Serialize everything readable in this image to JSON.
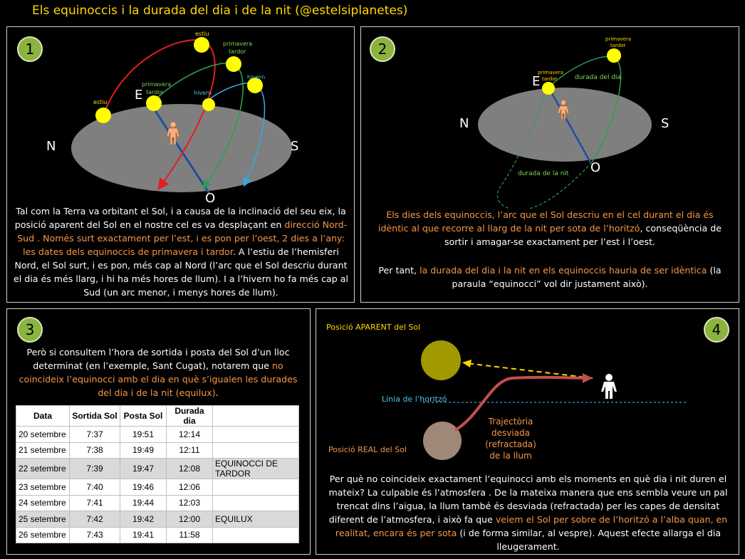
{
  "title": "Els equinoccis i la durada del dia i de la nit (@estelsiplanetes)",
  "panel1": {
    "number": "1",
    "E": "E",
    "N": "N",
    "S": "S",
    "O": "O",
    "label_estiu_left": "estiu",
    "label_estiu_top": "estiu",
    "label_primavera_left": "primavera",
    "label_tardor_left": "tardor",
    "label_primavera_top": "primavera",
    "label_tardor_top": "tardor",
    "label_hivern_left": "hivern",
    "label_hivern_right": "hivern",
    "text_1": "Tal com la Terra va orbitant el Sol, i a causa de la inclinació del seu eix, la posició aparent del Sol en el nostre cel es va desplaçant en ",
    "text_hl_1": "direcció Nord-Sud . Només surt exactament per l’est, i es pon per l’oest, 2 dies a l’any: les dates dels equinoccis de primavera i tardor",
    "text_2": ". A l’estiu de l’hemisferi Nord, el Sol surt, i es pon, més cap al Nord (l’arc que el Sol descriu durant el dia és més llarg, i hi ha més hores de llum). I a l’hivern ho fa més cap al Sud (un arc menor, i menys hores de llum)."
  },
  "panel2": {
    "number": "2",
    "E": "E",
    "N": "N",
    "S": "S",
    "O": "O",
    "label_primavera_top": "primavera",
    "label_tardor_top": "tardor",
    "label_primavera_e": "primavera",
    "label_tardor_e": "tardor",
    "durada_dia": "durada del dia",
    "durada_nit": "durada de la nit",
    "p1_hl": "Els dies dels equinoccis, l’arc que el Sol descriu en el cel durant el dia és idèntic al que recorre al llarg de la nit per sota de l’horitzó",
    "p1_rest": ", conseqüència de sortir i amagar-se exactament per l’est i l’oest.",
    "p2_a": "Per tant, ",
    "p2_hl": "la durada del dia i la nit en els equinoccis hauria de ser idèntica",
    "p2_b": " (la paraula “equinocci” vol dir justament això)."
  },
  "panel3": {
    "number": "3",
    "text_a": "Però si consultem l’hora de sortida i posta del Sol d’un lloc determinat (en l’exemple, Sant Cugat), notarem que ",
    "text_hl": "no coincideix l’equinocci amb el dia en què s’igualen les durades del dia i de la nit (equilux)",
    "text_b": ".",
    "table": {
      "headers": [
        "Data",
        "Sortida Sol",
        "Posta Sol",
        "Durada dia",
        ""
      ],
      "rows": [
        [
          "20 setembre",
          "7:37",
          "19:51",
          "12:14",
          ""
        ],
        [
          "21 setembre",
          "7:38",
          "19:49",
          "12:11",
          ""
        ],
        [
          "22 setembre",
          "7:39",
          "19:47",
          "12:08",
          "EQUINOCCI DE TARDOR"
        ],
        [
          "23 setembre",
          "7:40",
          "19:46",
          "12:06",
          ""
        ],
        [
          "24 setembre",
          "7:41",
          "19:44",
          "12:03",
          ""
        ],
        [
          "25 setembre",
          "7:42",
          "19:42",
          "12:00",
          "EQUILUX"
        ],
        [
          "26 setembre",
          "7:43",
          "19:41",
          "11:58",
          ""
        ]
      ],
      "highlighted_rows": [
        2,
        5
      ]
    }
  },
  "panel4": {
    "number": "4",
    "pos_aparent": "Posició APARENT del Sol",
    "pos_real": "Posició REAL del Sol",
    "horitzo": "Línia de l’horitzó",
    "traj_1": "Trajectòria",
    "traj_2": "desviada",
    "traj_3": "(refractada)",
    "traj_4": "de la llum",
    "text_a": "Per què no coincideix exactament l’equinocci amb els moments en què dia i nit duren el mateix? La culpable és l’atmosfera . De la mateixa manera que ens sembla veure un pal trencat dins l’aigua, la llum també és desviada (refractada) per les capes de densitat diferent de l’atmosfera, i això fa que ",
    "text_hl": "veiem el Sol per sobre de l’horitzó a l’alba quan, en realitat, encara és per sota",
    "text_b": " (i de forma similar, al vespre). Aquest efecte allarga el dia lleugerament."
  },
  "colors": {
    "title": "#ffd700",
    "highlight": "#f79646",
    "badge": "#8bb33f",
    "sun": "#ffff00",
    "ground": "#7f7f7f",
    "summer_arc": "#e51c23",
    "equinox_arc": "#2e9e4f",
    "winter_arc": "#3aa6dd",
    "apparent_sun": "#a09a00",
    "real_sun": "#a08878"
  }
}
